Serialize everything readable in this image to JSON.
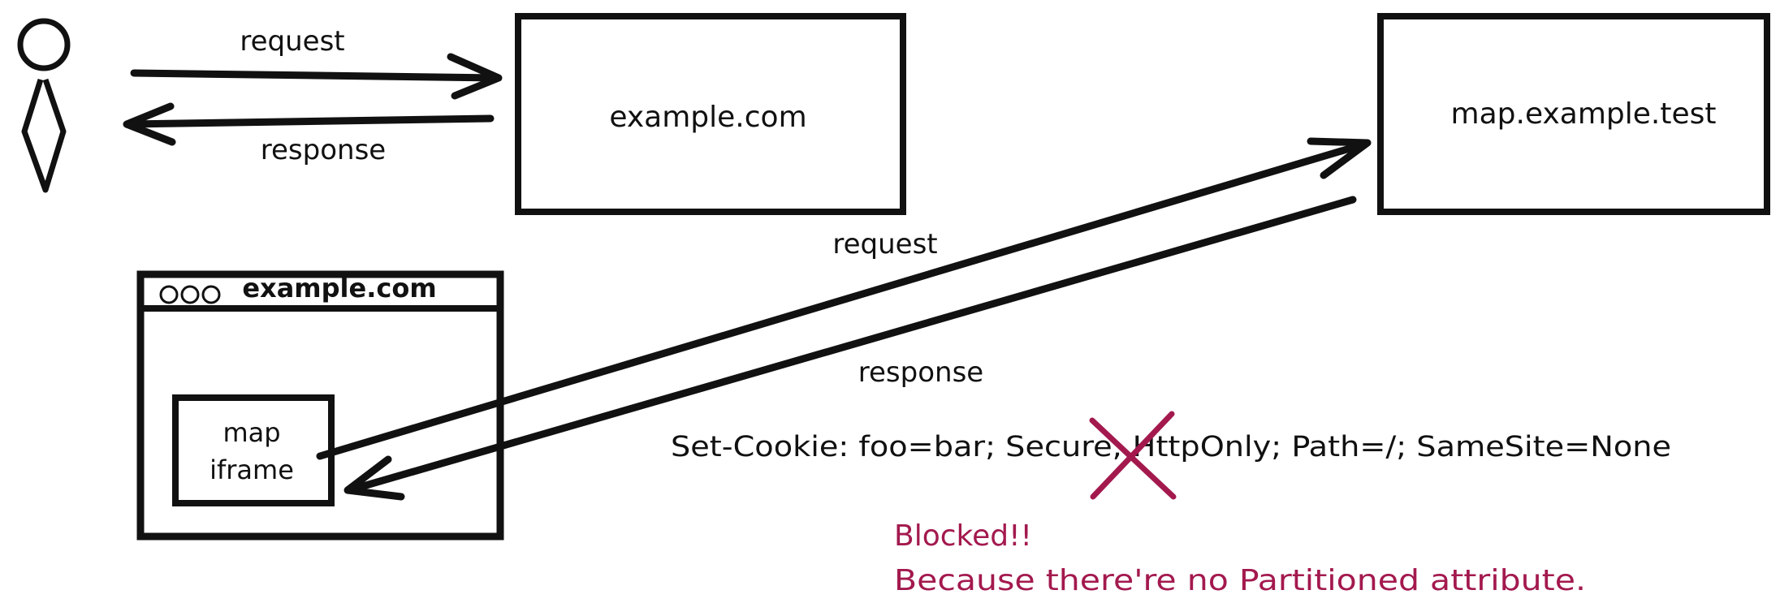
{
  "diagram": {
    "user_to_server_label": "request",
    "server_to_user_label": "response",
    "first_party_server_label": "example.com",
    "third_party_server_label": "map.example.test",
    "browser_window_title": "example.com",
    "iframe_label_line1": "map",
    "iframe_label_line2": "iframe",
    "iframe_request_label": "request",
    "iframe_response_label": "response",
    "set_cookie_header": "Set-Cookie: foo=bar; Secure; HttpOnly; Path=/; SameSite=None",
    "blocked_title": "Blocked!!",
    "blocked_reason": "Because there're no Partitioned attribute.",
    "warning_color": "#a3194e",
    "ink_color": "#111111"
  }
}
